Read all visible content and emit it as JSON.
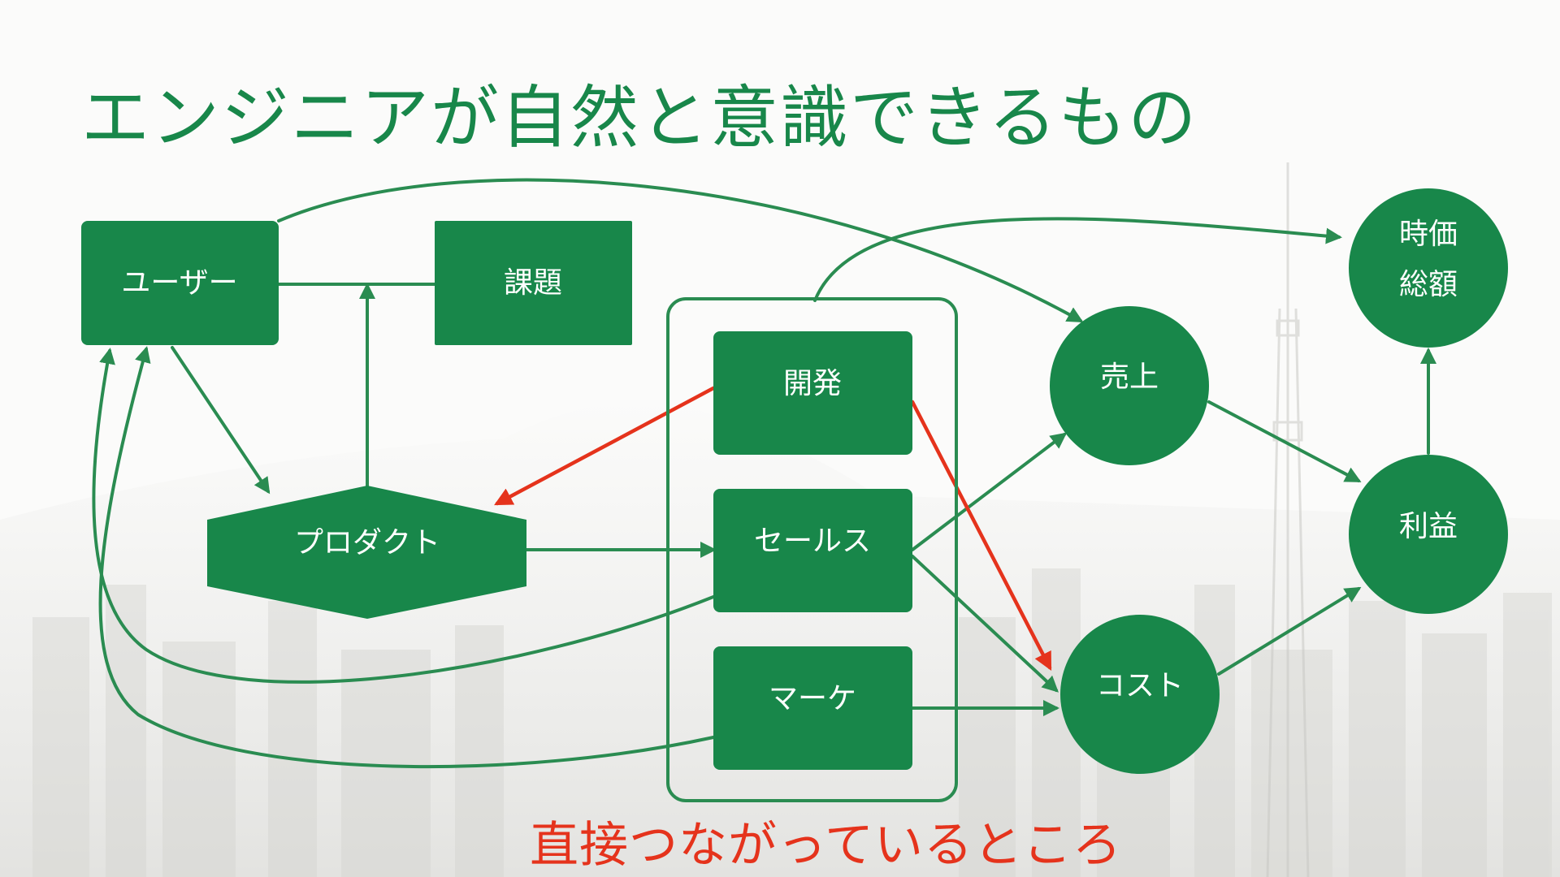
{
  "title": "エンジニアが自然と意識できるもの",
  "caption": "直接つながっているところ",
  "colors": {
    "node": "#18874a",
    "edge": "#2a8c51",
    "highlight": "#e5331c"
  },
  "nodes": {
    "user": "ユーザー",
    "problem": "課題",
    "product": "プロダクト",
    "dev": "開発",
    "sales": "セールス",
    "marketing": "マーケ",
    "revenue": "売上",
    "cost": "コスト",
    "profit": "利益",
    "market_cap_line1": "時価",
    "market_cap_line2": "総額"
  }
}
